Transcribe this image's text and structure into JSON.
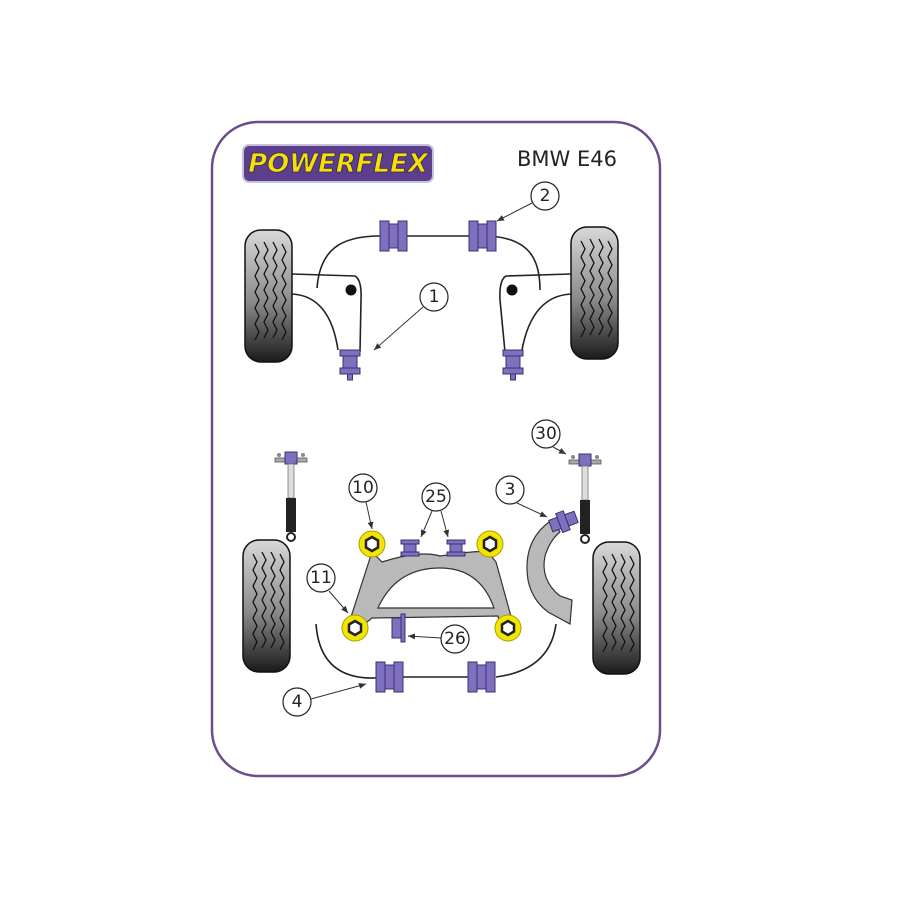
{
  "brand": {
    "logo_text": "POWERFLEX"
  },
  "title": "BMW E46",
  "callouts": [
    {
      "id": "callout-2",
      "label": "2"
    },
    {
      "id": "callout-1",
      "label": "1"
    },
    {
      "id": "callout-30",
      "label": "30"
    },
    {
      "id": "callout-10",
      "label": "10"
    },
    {
      "id": "callout-25",
      "label": "25"
    },
    {
      "id": "callout-3",
      "label": "3"
    },
    {
      "id": "callout-11",
      "label": "11"
    },
    {
      "id": "callout-26",
      "label": "26"
    },
    {
      "id": "callout-4",
      "label": "4"
    }
  ],
  "colors": {
    "frame": "#6b4c8c",
    "bush": "#7e70bd",
    "yellow": "#f2e600",
    "subframe": "#b9b9b9"
  }
}
